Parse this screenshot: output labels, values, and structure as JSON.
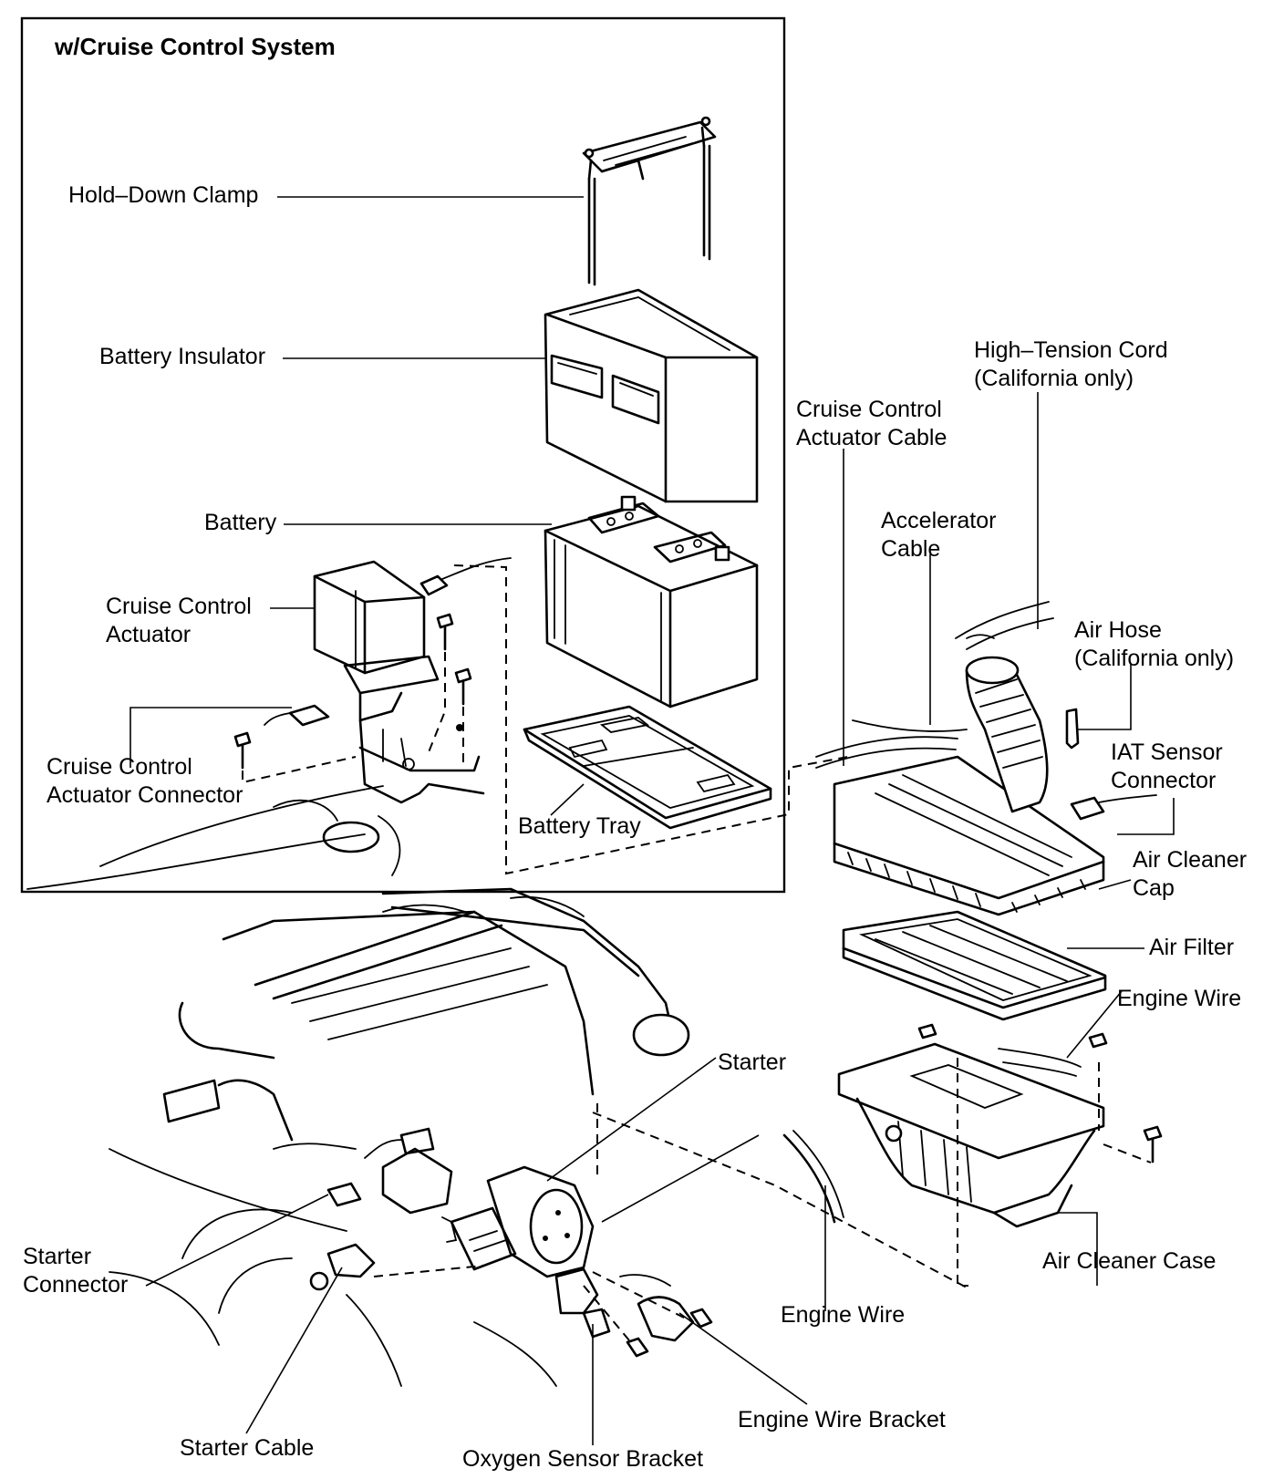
{
  "inset": {
    "title": "w/Cruise Control System"
  },
  "labels": {
    "hold_down_clamp": "Hold–Down Clamp",
    "battery_insulator": "Battery Insulator",
    "battery": "Battery",
    "cruise_control_actuator": [
      "Cruise Control",
      "Actuator"
    ],
    "cruise_control_actuator_connector": [
      "Cruise Control",
      "Actuator Connector"
    ],
    "battery_tray": "Battery Tray",
    "cruise_control_actuator_cable": [
      "Cruise Control",
      "Actuator Cable"
    ],
    "high_tension_cord": [
      "High–Tension Cord",
      "(California only)"
    ],
    "accelerator_cable": [
      "Accelerator",
      "Cable"
    ],
    "air_hose": [
      "Air Hose",
      "(California only)"
    ],
    "iat_sensor_connector": [
      "IAT Sensor",
      "Connector"
    ],
    "air_cleaner_cap": [
      "Air Cleaner",
      "Cap"
    ],
    "air_filter": "Air Filter",
    "engine_wire_upper": "Engine Wire",
    "starter": "Starter",
    "air_cleaner_case": "Air Cleaner Case",
    "starter_connector": [
      "Starter",
      "Connector"
    ],
    "engine_wire_lower": "Engine Wire",
    "engine_wire_bracket": "Engine Wire Bracket",
    "starter_cable": "Starter Cable",
    "oxygen_sensor_bracket": "Oxygen Sensor Bracket"
  }
}
